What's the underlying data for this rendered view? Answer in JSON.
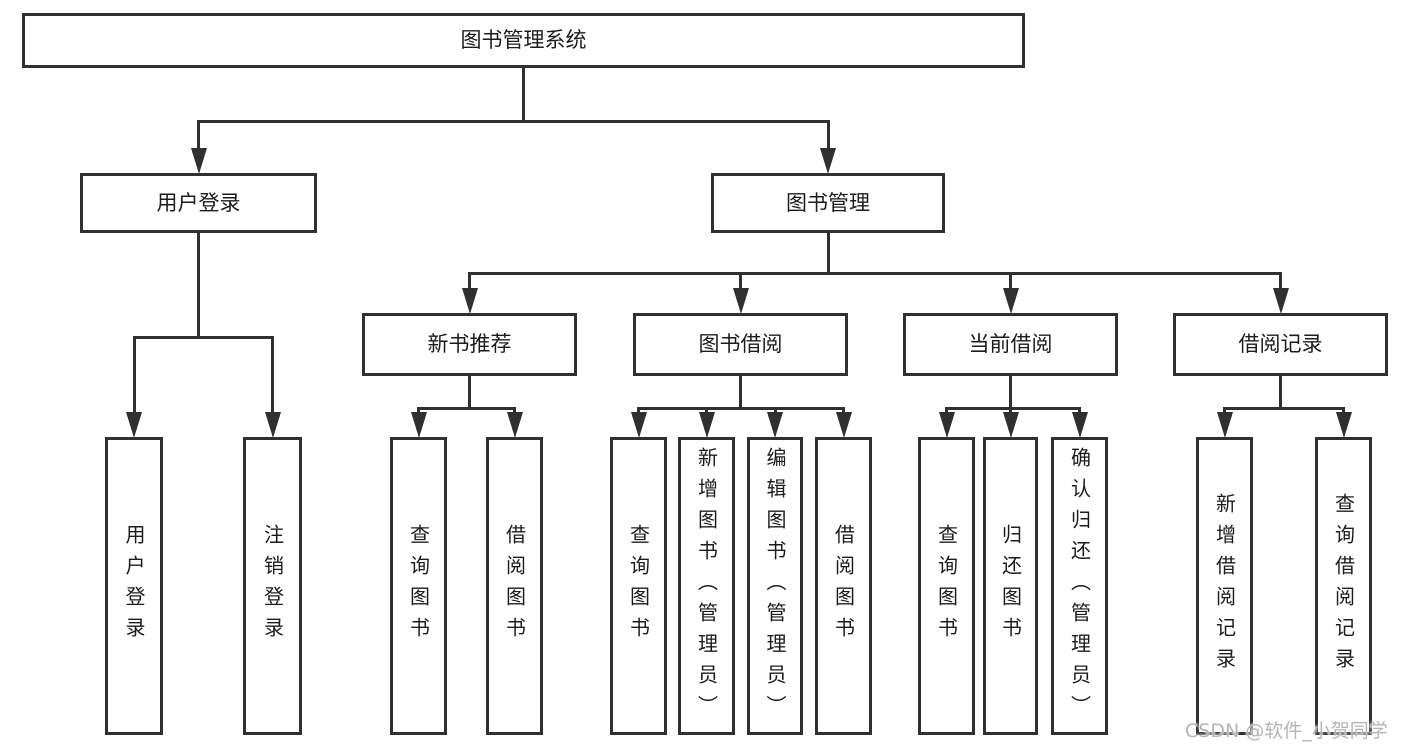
{
  "diagram_type": "hierarchy-tree",
  "watermark": "CSDN @软件_小贺同学",
  "colors": {
    "line": "#303030",
    "text": "#1c1c1c",
    "box_fill": "#ffffff",
    "watermark": "#b5b5b5"
  },
  "nodes": [
    {
      "id": "root",
      "label": "图书管理系统",
      "parent": null
    },
    {
      "id": "user-login",
      "label": "用户登录",
      "parent": "root"
    },
    {
      "id": "book-management",
      "label": "图书管理",
      "parent": "root"
    },
    {
      "id": "new-book-recommend",
      "label": "新书推荐",
      "parent": "book-management"
    },
    {
      "id": "book-borrowing",
      "label": "图书借阅",
      "parent": "book-management"
    },
    {
      "id": "current-borrowing",
      "label": "当前借阅",
      "parent": "book-management"
    },
    {
      "id": "borrowing-records",
      "label": "借阅记录",
      "parent": "book-management"
    },
    {
      "id": "user-login-action",
      "label": "用户登录",
      "parent": "user-login"
    },
    {
      "id": "logout-action",
      "label": "注销登录",
      "parent": "user-login"
    },
    {
      "id": "query-books-recommend",
      "label": "查询图书",
      "parent": "new-book-recommend"
    },
    {
      "id": "borrow-books-recommend",
      "label": "借阅图书",
      "parent": "new-book-recommend"
    },
    {
      "id": "query-books-borrowing",
      "label": "查询图书",
      "parent": "book-borrowing"
    },
    {
      "id": "add-books-admin",
      "label": "新增图书（管理员）",
      "parent": "book-borrowing"
    },
    {
      "id": "edit-books-admin",
      "label": "编辑图书（管理员）",
      "parent": "book-borrowing"
    },
    {
      "id": "borrow-books-borrowing",
      "label": "借阅图书",
      "parent": "book-borrowing"
    },
    {
      "id": "query-books-current",
      "label": "查询图书",
      "parent": "current-borrowing"
    },
    {
      "id": "return-books",
      "label": "归还图书",
      "parent": "current-borrowing"
    },
    {
      "id": "confirm-return-admin",
      "label": "确认归还（管理员）",
      "parent": "current-borrowing"
    },
    {
      "id": "add-borrow-record",
      "label": "新增借阅记录",
      "parent": "borrowing-records"
    },
    {
      "id": "query-borrow-record",
      "label": "查询借阅记录",
      "parent": "borrowing-records"
    }
  ]
}
